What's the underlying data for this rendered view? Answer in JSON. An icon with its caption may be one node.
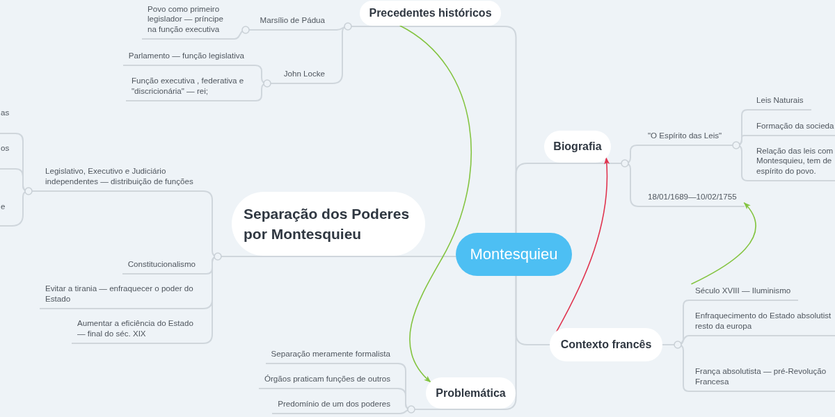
{
  "diagram": {
    "nodes": [
      {
        "text": [
          "Montesquieu"
        ]
      },
      {
        "text": [
          "Precedentes históricos"
        ]
      },
      {
        "text": [
          "Marsílio de Pádua"
        ]
      },
      {
        "text": [
          "Povo como primeiro legislador — príncipe na função executiva"
        ]
      },
      {
        "text": [
          "John Locke"
        ]
      },
      {
        "text": [
          "Parlamento — função legislativa"
        ]
      },
      {
        "text": [
          "Função executiva , federativa e \"discricionária\" — rei;"
        ]
      },
      {
        "text": [
          "Separação dos Poderes por Montesquieu"
        ]
      },
      {
        "text": [
          "Legislativo, Executivo e Judiciário independentes — distribuição de funções"
        ]
      },
      {
        "text": [
          "as"
        ]
      },
      {
        "text": [
          "os"
        ]
      },
      {
        "text": [
          "e"
        ]
      },
      {
        "text": [
          "Constitucionalismo"
        ]
      },
      {
        "text": [
          "Evitar a tirania — enfraquecer o poder do Estado"
        ]
      },
      {
        "text": [
          "Aumentar a eficiência do Estado — final do séc. XIX"
        ]
      },
      {
        "text": [
          "Problemática"
        ]
      },
      {
        "text": [
          "Separação meramente formalista"
        ]
      },
      {
        "text": [
          "Órgãos praticam funções de outros"
        ]
      },
      {
        "text": [
          "Predomínio de um dos poderes"
        ]
      },
      {
        "text": [
          "Biografia"
        ]
      },
      {
        "text": [
          "\"O Espírito das Leis\""
        ]
      },
      {
        "text": [
          "Leis Naturais"
        ]
      },
      {
        "text": [
          "Formação da socieda"
        ]
      },
      {
        "text": [
          "Relação das leis com Montesquieu, tem de espírito do povo."
        ]
      },
      {
        "text": [
          "18/01/1689—10/02/1755"
        ]
      },
      {
        "text": [
          "Contexto francês"
        ]
      },
      {
        "text": [
          "Século XVIII — Iluminismo"
        ]
      },
      {
        "text": [
          "Enfraquecimento do Estado absolutist resto da europa"
        ]
      },
      {
        "text": [
          "França absolutista — pré-Revolução Francesa"
        ]
      }
    ],
    "edges": [
      {
        "from": 0,
        "to": 1,
        "arrow": "none"
      },
      {
        "from": 0,
        "to": 7,
        "arrow": "none"
      },
      {
        "from": 0,
        "to": 15,
        "arrow": "none"
      },
      {
        "from": 0,
        "to": 19,
        "arrow": "none"
      },
      {
        "from": 0,
        "to": 25,
        "arrow": "none"
      },
      {
        "from": 1,
        "to": 2,
        "arrow": "none"
      },
      {
        "from": 1,
        "to": 4,
        "arrow": "none"
      },
      {
        "from": 2,
        "to": 3,
        "arrow": "none"
      },
      {
        "from": 4,
        "to": 5,
        "arrow": "none"
      },
      {
        "from": 4,
        "to": 6,
        "arrow": "none"
      },
      {
        "from": 7,
        "to": 8,
        "arrow": "none"
      },
      {
        "from": 7,
        "to": 12,
        "arrow": "none"
      },
      {
        "from": 7,
        "to": 13,
        "arrow": "none"
      },
      {
        "from": 7,
        "to": 14,
        "arrow": "none"
      },
      {
        "from": 8,
        "to": 9,
        "arrow": "none"
      },
      {
        "from": 8,
        "to": 10,
        "arrow": "none"
      },
      {
        "from": 8,
        "to": 11,
        "arrow": "none"
      },
      {
        "from": 15,
        "to": 16,
        "arrow": "none"
      },
      {
        "from": 15,
        "to": 17,
        "arrow": "none"
      },
      {
        "from": 15,
        "to": 18,
        "arrow": "none"
      },
      {
        "from": 19,
        "to": 20,
        "arrow": "none"
      },
      {
        "from": 19,
        "to": 24,
        "arrow": "none"
      },
      {
        "from": 20,
        "to": 21,
        "arrow": "none"
      },
      {
        "from": 20,
        "to": 22,
        "arrow": "none"
      },
      {
        "from": 20,
        "to": 23,
        "arrow": "none"
      },
      {
        "from": 25,
        "to": 26,
        "arrow": "none"
      },
      {
        "from": 25,
        "to": 27,
        "arrow": "none"
      },
      {
        "from": 25,
        "to": 28,
        "arrow": "none"
      },
      {
        "from": 1,
        "to": 15,
        "arrow": "to",
        "color": "#84c441"
      },
      {
        "from": 25,
        "to": 19,
        "arrow": "to",
        "color": "#e0344f"
      },
      {
        "from": 26,
        "to": 24,
        "arrow": "to",
        "color": "#84c441"
      }
    ]
  }
}
